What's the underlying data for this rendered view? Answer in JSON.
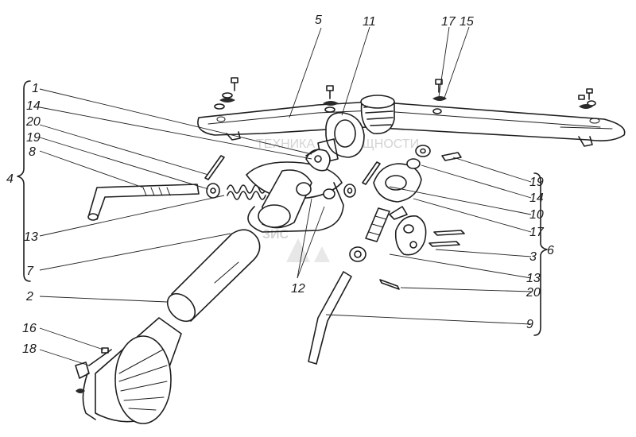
{
  "diagram": {
    "callouts": {
      "c1": "1",
      "c2": "2",
      "c3": "3",
      "c4": "4",
      "c5": "5",
      "c6": "6",
      "c7": "7",
      "c8": "8",
      "c9": "9",
      "c10": "10",
      "c11": "11",
      "c12": "12",
      "c13a": "13",
      "c13b": "13",
      "c14a": "14",
      "c14b": "14",
      "c15": "15",
      "c16": "16",
      "c17a": "17",
      "c17b": "17",
      "c18": "18",
      "c19a": "19",
      "c19b": "19",
      "c20a": "20",
      "c20b": "20"
    },
    "watermark": {
      "line1": "ТЕХНИКА",
      "line2": "ЗИС",
      "line3": "МОЩНОСТИ"
    }
  }
}
